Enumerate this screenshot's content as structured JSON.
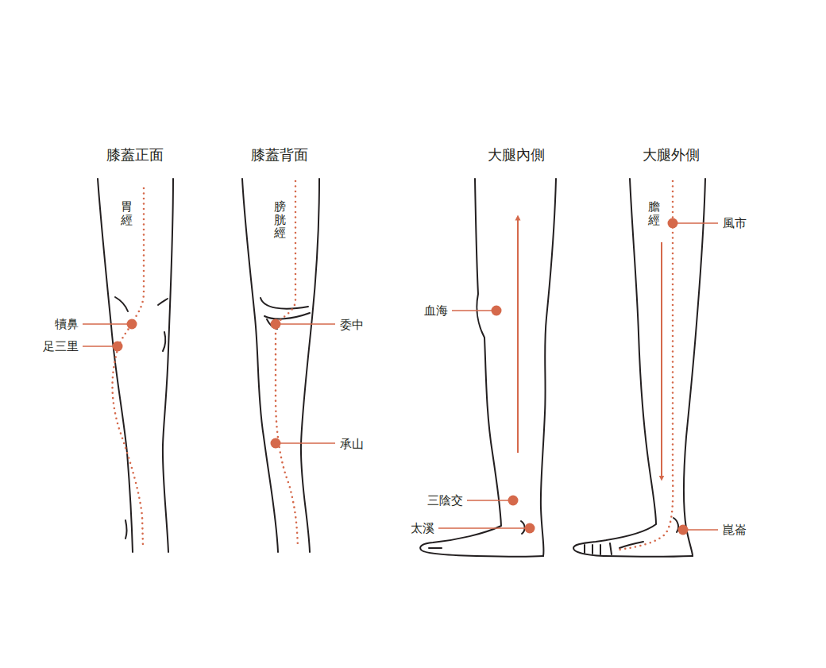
{
  "diagram": {
    "labels": [
      "膝蓋正面",
      "膝蓋背面",
      "大腿內側",
      "大腿外側",
      "胃經",
      "膀胱經",
      "膽經",
      "犢鼻",
      "足三里",
      "委中",
      "承山",
      "血海",
      "三陰交",
      "太溪",
      "風市",
      "崑崙"
    ]
  }
}
